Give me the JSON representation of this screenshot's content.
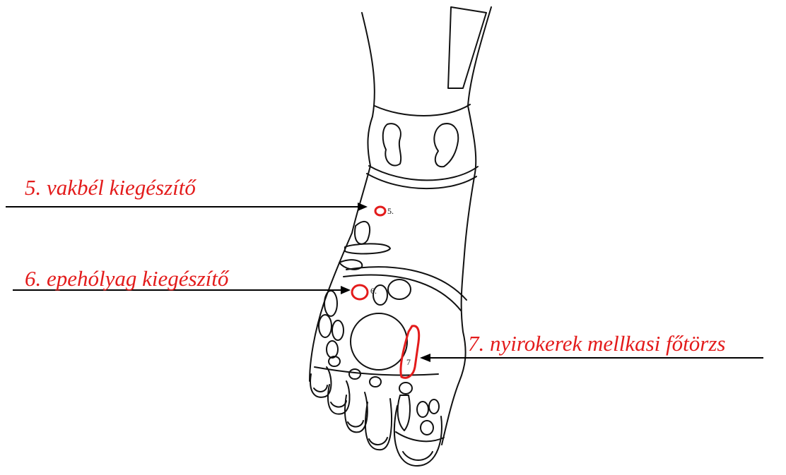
{
  "labels": {
    "point5": "5. vakbél kiegészítő",
    "point6": "6. epehólyag kiegészítő",
    "point7": "7. nyirokerek mellkasi főtörzs"
  },
  "markers": {
    "m5": "5.",
    "m6": "6.",
    "m7": "7"
  },
  "colors": {
    "label_text": "#e31b1b",
    "point_outline": "#e31b1b",
    "line_art": "#111111"
  }
}
